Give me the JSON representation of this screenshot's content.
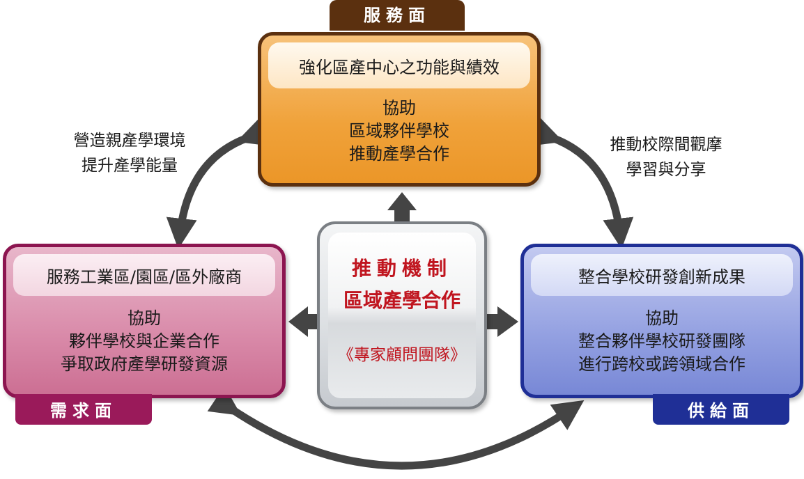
{
  "service": {
    "tab": "服務面",
    "head": "強化區產中心之功能與績效",
    "body": [
      "協助",
      "區域夥伴學校",
      "推動產學合作"
    ]
  },
  "demand": {
    "tab": "需求面",
    "head": "服務工業區/園區/區外廠商",
    "body": [
      "協助",
      "夥伴學校與企業合作",
      "爭取政府產學研發資源"
    ]
  },
  "supply": {
    "tab": "供給面",
    "head": "整合學校研發創新成果",
    "body": [
      "協助",
      "整合夥伴學校研發團隊",
      "進行跨校或跨領域合作"
    ]
  },
  "center": {
    "line1": "推動機制",
    "line2": "區域產學合作",
    "line3": "《專家顧問團隊》"
  },
  "left_label": [
    "營造親產學環境",
    "提升產學能量"
  ],
  "right_label": [
    "推動校際間觀摩",
    "學習與分享"
  ],
  "colors": {
    "service": "#5b300f",
    "demand": "#9a1a5a",
    "supply": "#1f2f96",
    "center_text": "#c0151f",
    "arrow": "#444444"
  }
}
